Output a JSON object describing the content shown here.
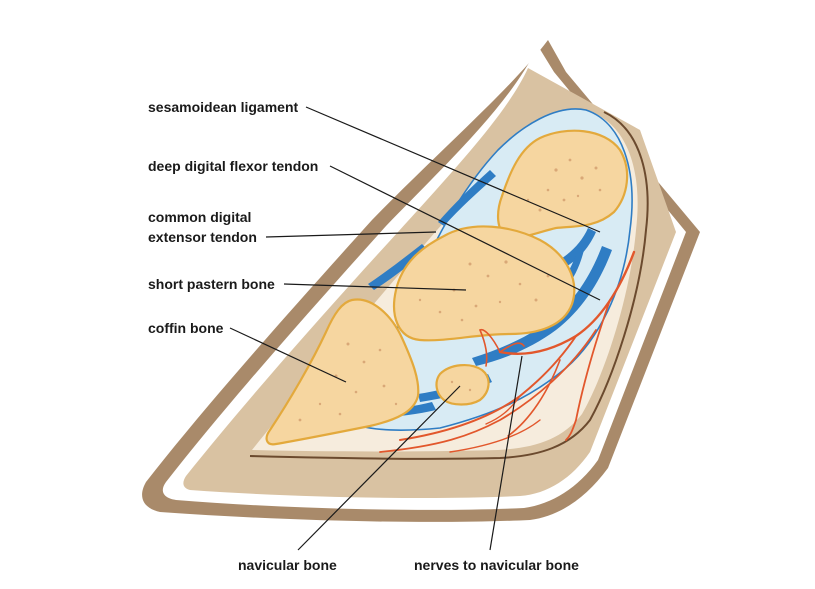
{
  "labels": {
    "sesamoidean_ligament": "sesamoidean ligament",
    "deep_digital_flexor_tendon": "deep digital flexor tendon",
    "common_digital_line1": "common digital",
    "common_digital_line2": "extensor tendon",
    "short_pastern_bone": "short pastern bone",
    "coffin_bone": "coffin bone",
    "navicular_bone": "navicular bone",
    "nerves_to_navicular_bone": "nerves to navicular bone"
  },
  "colors": {
    "hoof_wall": "#a98a6a",
    "hoof_tan": "#d9c2a2",
    "joint_fluid": "#d8ebf4",
    "bone_fill": "#f6d6a0",
    "bone_outline": "#e3a93c",
    "tendon_blue": "#2f7dc4",
    "vessel_red": "#e2572c"
  }
}
